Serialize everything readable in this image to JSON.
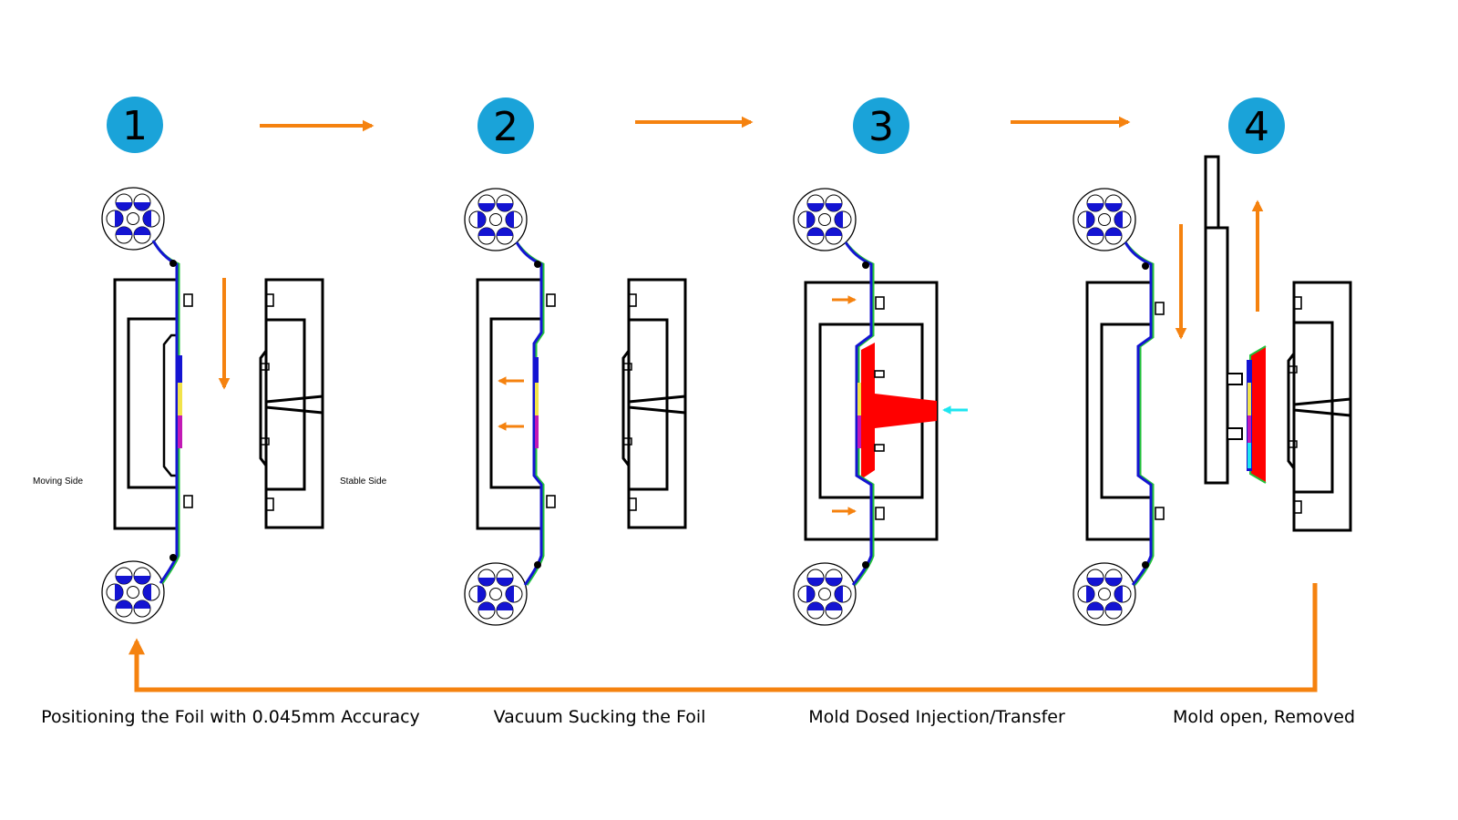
{
  "steps": [
    {
      "number": "1",
      "caption": "Positioning the Foil with 0.045mm Accuracy"
    },
    {
      "number": "2",
      "caption": "Vacuum Sucking the Foil"
    },
    {
      "number": "3",
      "caption": "Mold Dosed Injection/Transfer"
    },
    {
      "number": "4",
      "caption": "Mold open, Removed"
    }
  ],
  "labels": {
    "moving_side": "Moving Side",
    "stable_side": "Stable Side"
  },
  "colors": {
    "badge": "#1aa3d9",
    "arrow": "#f5820f",
    "foil": "#1414d2",
    "foil_edge": "#22c23a",
    "resin": "#ff0000",
    "inject_arrow": "#1ee6f0",
    "print_yellow": "#f2e34a",
    "print_magenta": "#c219b5",
    "outline": "#000000"
  }
}
